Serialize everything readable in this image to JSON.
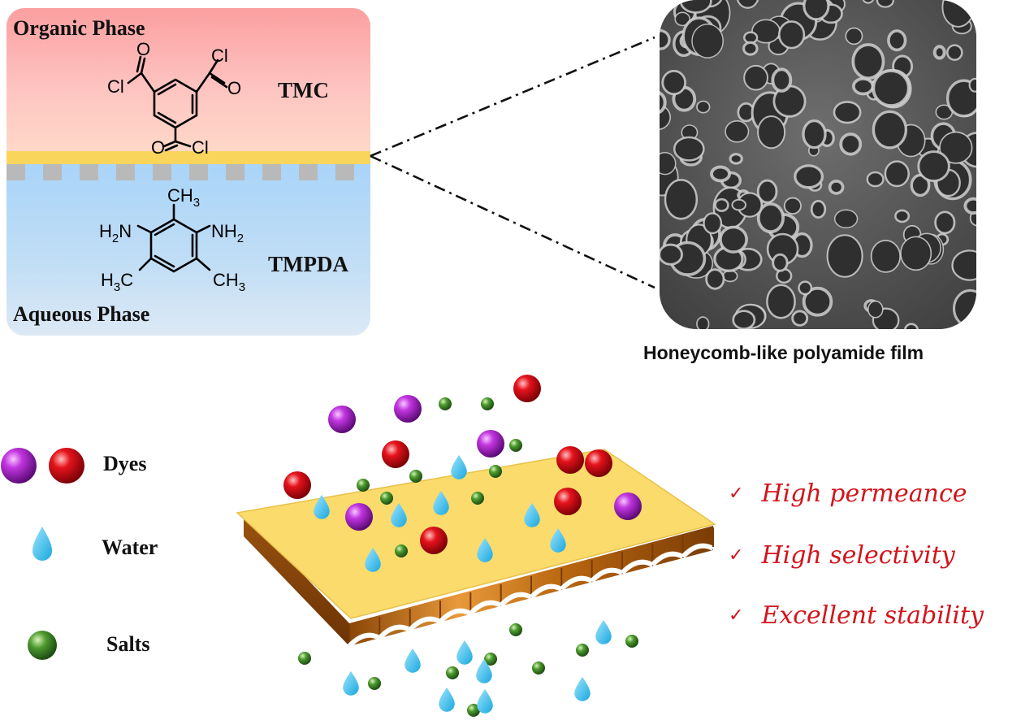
{
  "interface": {
    "organic_label": "Organic Phase",
    "aqueous_label": "Aqueous Phase",
    "tmc_name": "TMC",
    "tmpda_name": "TMPDA",
    "tmc_atoms": {
      "cl": "Cl",
      "o": "O"
    },
    "tmpda_atoms": {
      "h2n": "H",
      "h2n_sub": "2",
      "h2n_n": "N",
      "nh2": "NH",
      "nh2_sub": "2",
      "ch3": "CH",
      "ch3_sub": "3",
      "h3c": "H",
      "h3c_sub": "3",
      "h3c_c": "C"
    }
  },
  "sem": {
    "caption": "Honeycomb-like polyamide film"
  },
  "legend": {
    "dyes_label": "Dyes",
    "water_label": "Water",
    "salts_label": "Salts"
  },
  "features": [
    {
      "check": "✓",
      "text": "High  permeance"
    },
    {
      "check": "✓",
      "text": "High selectivity"
    },
    {
      "check": "✓",
      "text": "Excellent stability"
    }
  ],
  "colors": {
    "dye_purple": "#a020c0",
    "dye_red": "#d9101a",
    "water": "#4cc4ec",
    "salt": "#3f8a2a",
    "membrane_top": "#fbdb6c",
    "support": "#c8741c",
    "feature_text": "#d3141b"
  }
}
